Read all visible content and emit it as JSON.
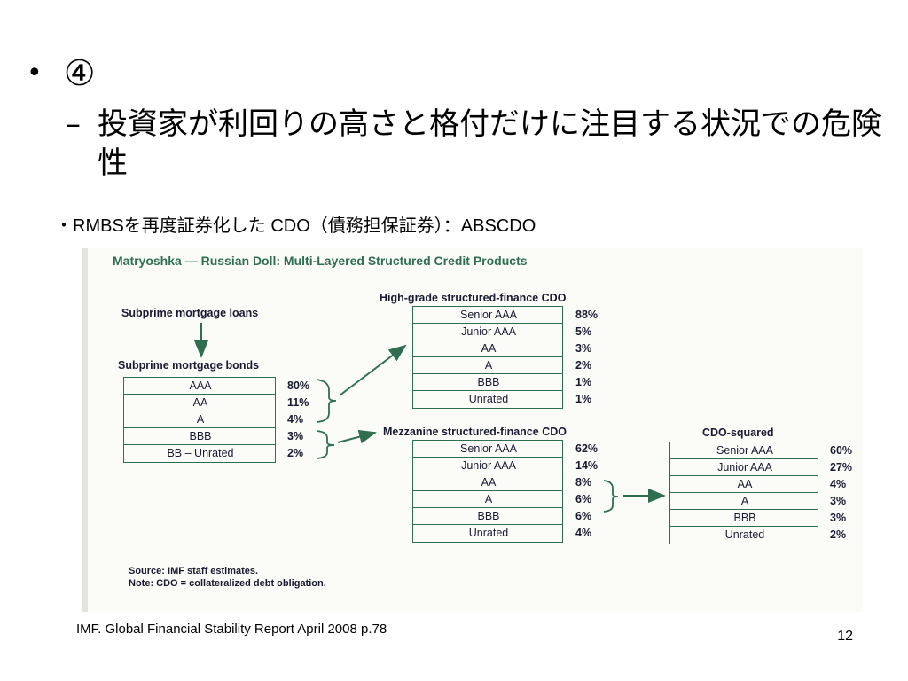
{
  "slide": {
    "bullet": "④",
    "dash": "–",
    "dash_text": "投資家が利回りの高さと格付だけに注目する状況での危険性",
    "sub_note": "・RMBSを再度証券化した CDO（債務担保証券）：ABSCDO",
    "footer_ref": "IMF. Global Financial Stability Report  April 2008 p.78",
    "page_number": "12"
  },
  "figure": {
    "title": "Matryoshka — Russian Doll: Multi-Layered Structured Credit Products",
    "loans_label": "Subprime mortgage loans",
    "bonds": {
      "label": "Subprime mortgage bonds",
      "rows": [
        {
          "tranche": "AAA",
          "pct": "80%"
        },
        {
          "tranche": "AA",
          "pct": "11%"
        },
        {
          "tranche": "A",
          "pct": "4%"
        },
        {
          "tranche": "BBB",
          "pct": "3%"
        },
        {
          "tranche": "BB – Unrated",
          "pct": "2%"
        }
      ]
    },
    "high_grade": {
      "label": "High-grade structured-finance CDO",
      "rows": [
        {
          "tranche": "Senior AAA",
          "pct": "88%"
        },
        {
          "tranche": "Junior AAA",
          "pct": "5%"
        },
        {
          "tranche": "AA",
          "pct": "3%"
        },
        {
          "tranche": "A",
          "pct": "2%"
        },
        {
          "tranche": "BBB",
          "pct": "1%"
        },
        {
          "tranche": "Unrated",
          "pct": "1%"
        }
      ]
    },
    "mezzanine": {
      "label": "Mezzanine structured-finance CDO",
      "rows": [
        {
          "tranche": "Senior AAA",
          "pct": "62%"
        },
        {
          "tranche": "Junior AAA",
          "pct": "14%"
        },
        {
          "tranche": "AA",
          "pct": "8%"
        },
        {
          "tranche": "A",
          "pct": "6%"
        },
        {
          "tranche": "BBB",
          "pct": "6%"
        },
        {
          "tranche": "Unrated",
          "pct": "4%"
        }
      ]
    },
    "cdo_squared": {
      "label": "CDO-squared",
      "rows": [
        {
          "tranche": "Senior AAA",
          "pct": "60%"
        },
        {
          "tranche": "Junior AAA",
          "pct": "27%"
        },
        {
          "tranche": "AA",
          "pct": "4%"
        },
        {
          "tranche": "A",
          "pct": "3%"
        },
        {
          "tranche": "BBB",
          "pct": "3%"
        },
        {
          "tranche": "Unrated",
          "pct": "2%"
        }
      ]
    },
    "source": "Source: IMF staff estimates.",
    "note": "Note: CDO = collateralized debt obligation."
  },
  "colors": {
    "accent_green": "#2f6f50",
    "text_dark": "#1a1a33"
  }
}
